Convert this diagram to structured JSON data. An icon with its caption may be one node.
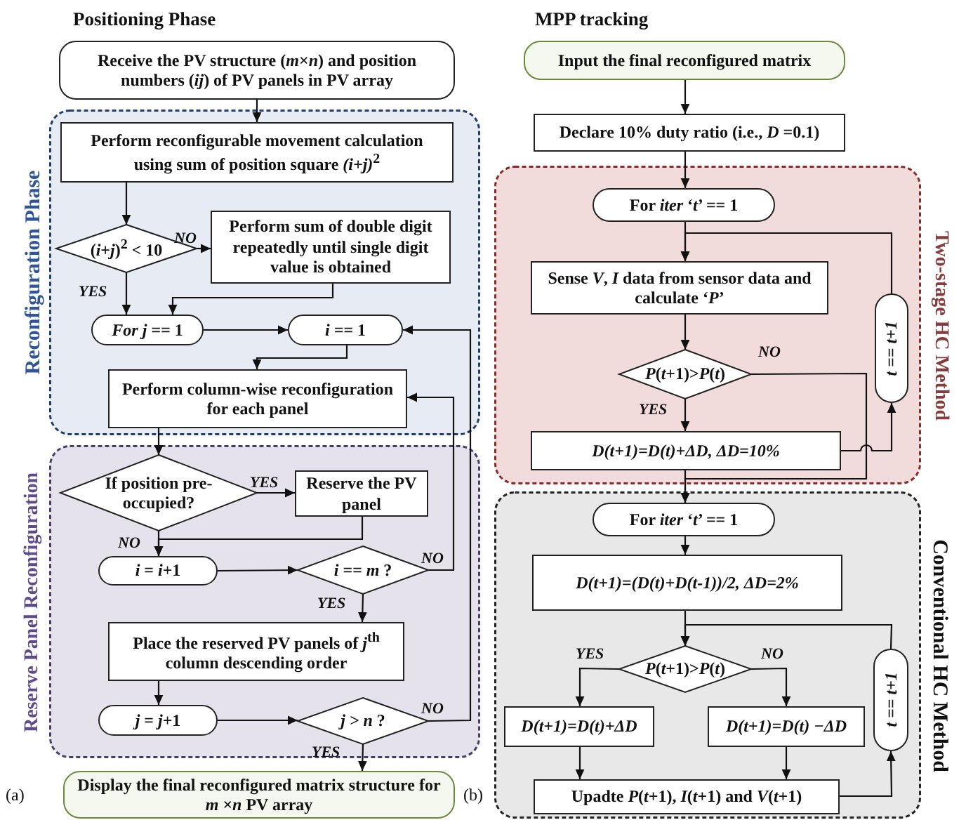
{
  "diagram": {
    "nodes": [
      {
        "text": [
          "Receive the PV structure (*m*×*n*) and position numbers (*ij*) of PV panels in PV array"
        ]
      },
      {
        "text": [
          "Reconfiguration Phase"
        ]
      },
      {
        "text": [
          "Perform reconfigurable movement calculation using sum of position square *(i+j)*$^{2}$"
        ],
        "in": 1
      },
      {
        "text": [
          "(*i*+*j*)$^{2}$ < 10"
        ],
        "in": 1
      },
      {
        "text": [
          "Perform sum of double digit repeatedly until single digit value is obtained"
        ],
        "in": 1
      },
      {
        "text": [
          "*For j ==* 1"
        ],
        "in": 1
      },
      {
        "text": [
          "*i ==* 1"
        ],
        "in": 1
      },
      {
        "text": [
          "Perform column-wise reconfiguration for each panel"
        ],
        "in": 1
      },
      {
        "text": [
          "Reserve Panel Reconfiguration"
        ]
      },
      {
        "text": [
          "If position pre-occupied?"
        ],
        "in": 8
      },
      {
        "text": [
          "Reserve the PV panel"
        ],
        "in": 8
      },
      {
        "text": [
          "*i* = *i*+1"
        ],
        "in": 8
      },
      {
        "text": [
          "*i == m* ?"
        ],
        "in": 8
      },
      {
        "text": [
          "Place the reserved PV panels of *j*$^{th}$ column descending order"
        ],
        "in": 8
      },
      {
        "text": [
          "*j* = *j*+1"
        ],
        "in": 8
      },
      {
        "text": [
          "*j  > n* ?"
        ],
        "in": 8
      },
      {
        "text": [
          "Display the final reconfigured matrix structure for *m* ×*n* PV array"
        ]
      },
      {
        "text": [
          "Input the final reconfigured matrix"
        ]
      },
      {
        "text": [
          "Declare 10% duty ratio (i.e., *D* =0.1)"
        ]
      },
      {
        "text": [
          "Two-stage HC Method"
        ]
      },
      {
        "text": [
          "For *iter* ‘*t*’ == 1"
        ],
        "in": 19
      },
      {
        "text": [
          "Sense *V*, *I* data from sensor data and calculate ‘*P*’"
        ],
        "in": 19
      },
      {
        "text": [
          "*P*(*t*+1)>*P*(*t*)"
        ],
        "in": 19
      },
      {
        "text": [
          "t == t+1"
        ],
        "in": 19
      },
      {
        "text": [
          "D(t+1)=D(t)+ΔD, ΔD=10%"
        ],
        "in": 19
      },
      {
        "text": [
          "Conventional HC Method"
        ]
      },
      {
        "text": [
          "For *iter* ‘*t*’ == 1"
        ],
        "in": 25
      },
      {
        "text": [
          "D(t+1)=(D(t)+D(t-1))/2, ΔD=2%"
        ],
        "in": 25
      },
      {
        "text": [
          "*P*(*t*+1)>*P*(*t*)"
        ],
        "in": 25
      },
      {
        "text": [
          "t == t+1"
        ],
        "in": 25
      },
      {
        "text": [
          "D(t+1)=D(t)+ΔD"
        ],
        "in": 25
      },
      {
        "text": [
          "D(t+1)=D(t) −ΔD"
        ],
        "in": 25
      },
      {
        "text": [
          "Upadte *P*(*t*+1), *I*(*t*+1) and *V*(*t*+1)"
        ],
        "in": 25
      }
    ],
    "edges": [
      {
        "from": 0,
        "to": 2,
        "arrow": "to"
      },
      {
        "from": 2,
        "to": 3,
        "arrow": "to"
      },
      {
        "from": 3,
        "to": 4,
        "arrow": "to",
        "label": "NO"
      },
      {
        "from": 3,
        "to": 5,
        "arrow": "to",
        "label": "YES"
      },
      {
        "from": 4,
        "to": 5,
        "arrow": "to"
      },
      {
        "from": 5,
        "to": 6,
        "arrow": "to"
      },
      {
        "from": 6,
        "to": 7,
        "arrow": "to"
      },
      {
        "from": 7,
        "to": 9,
        "arrow": "to"
      },
      {
        "from": 9,
        "to": 10,
        "arrow": "to",
        "label": "YES"
      },
      {
        "from": 10,
        "to": 11,
        "arrow": "to"
      },
      {
        "from": 9,
        "to": 11,
        "arrow": "to",
        "label": "NO"
      },
      {
        "from": 11,
        "to": 12,
        "arrow": "to"
      },
      {
        "from": 12,
        "to": 7,
        "arrow": "to",
        "label": "NO"
      },
      {
        "from": 12,
        "to": 13,
        "arrow": "to",
        "label": "YES"
      },
      {
        "from": 13,
        "to": 14,
        "arrow": "to"
      },
      {
        "from": 14,
        "to": 15,
        "arrow": "to"
      },
      {
        "from": 15,
        "to": 6,
        "arrow": "to",
        "label": "NO"
      },
      {
        "from": 15,
        "to": 16,
        "arrow": "to",
        "label": "YES"
      },
      {
        "from": 17,
        "to": 18,
        "arrow": "to"
      },
      {
        "from": 18,
        "to": 20,
        "arrow": "to"
      },
      {
        "from": 20,
        "to": 21,
        "arrow": "to"
      },
      {
        "from": 21,
        "to": 22,
        "arrow": "to"
      },
      {
        "from": 22,
        "to": 24,
        "arrow": "to",
        "label": "YES"
      },
      {
        "from": 22,
        "to": 26,
        "arrow": "to",
        "label": "NO"
      },
      {
        "from": 24,
        "to": 23,
        "arrow": "to"
      },
      {
        "from": 23,
        "to": 21,
        "arrow": "to"
      },
      {
        "from": 24,
        "to": 26,
        "arrow": "to"
      },
      {
        "from": 26,
        "to": 27,
        "arrow": "to"
      },
      {
        "from": 27,
        "to": 28,
        "arrow": "to"
      },
      {
        "from": 28,
        "to": 30,
        "arrow": "to",
        "label": "YES"
      },
      {
        "from": 28,
        "to": 31,
        "arrow": "to",
        "label": "NO"
      },
      {
        "from": 30,
        "to": 32,
        "arrow": "to"
      },
      {
        "from": 31,
        "to": 32,
        "arrow": "to"
      },
      {
        "from": 32,
        "to": 29,
        "arrow": "to"
      },
      {
        "from": 29,
        "to": 28,
        "arrow": "to"
      }
    ],
    "labels": [
      "Positioning Phase",
      "MPP tracking",
      "(a)",
      "(b)"
    ]
  }
}
